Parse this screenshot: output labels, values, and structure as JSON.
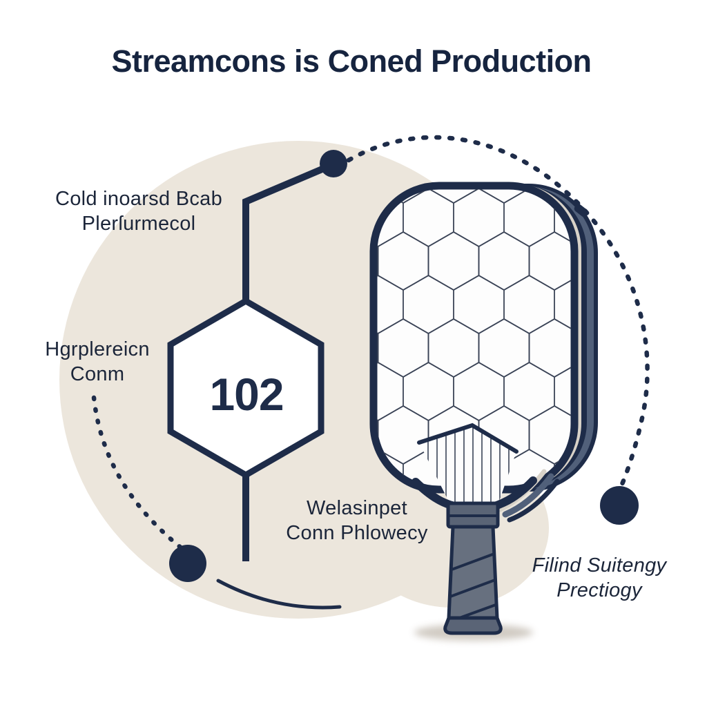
{
  "title": "Streamcons is Coned Production",
  "hexagon_badge": {
    "value": "102"
  },
  "labels": {
    "top_left": {
      "line1": "Cold inoarsd Bcab",
      "line2": "Plerſurmecol"
    },
    "mid_left": {
      "line1": "Hgrplereicn",
      "line2": "Conm"
    },
    "bottom_center": {
      "line1": "Welasinpet",
      "line2": "Conn Phlowecy"
    },
    "bottom_right": {
      "line1": "Filind Suitengy",
      "line2": "Prectiogy"
    }
  },
  "illustration": {
    "subject": "pickleball paddle with honeycomb core, hexagon badge and dotted connector arcs"
  },
  "colors": {
    "navy": "#1e2c49",
    "title_navy": "#16243f",
    "beige_circle": "#ece6dc",
    "paddle_side_slate": "#51607a",
    "grip_gray": "#67707f",
    "cream_gap": "#d8d2c8",
    "honeycomb_line": "#3a4356",
    "background": "#ffffff"
  }
}
